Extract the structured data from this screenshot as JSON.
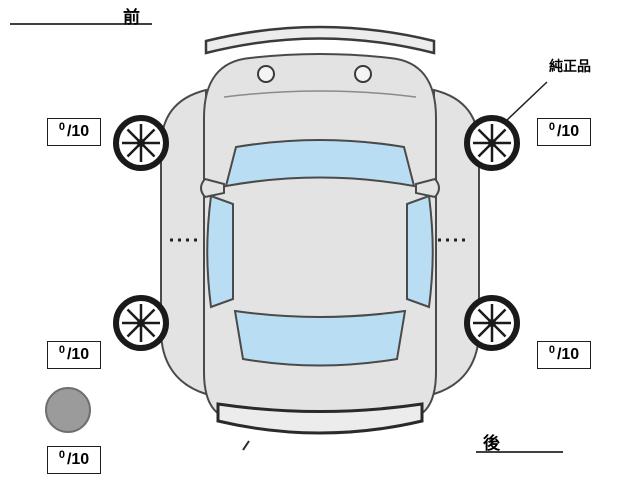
{
  "diagram": {
    "orientation_labels": {
      "front": "前",
      "rear": "後"
    },
    "genuine_part_label": "純正品",
    "scores": [
      {
        "position": "front-left",
        "value": "0",
        "max": "/10"
      },
      {
        "position": "front-right",
        "value": "0",
        "max": "/10"
      },
      {
        "position": "rear-left",
        "value": "0",
        "max": "/10"
      },
      {
        "position": "rear-right",
        "value": "0",
        "max": "/10"
      },
      {
        "position": "spare",
        "value": "0",
        "max": "/10"
      }
    ],
    "colors": {
      "background": "#ffffff",
      "body_gray": "#e3e3e3",
      "bumper_gray": "#ececec",
      "glass_blue": "#b9def3",
      "outline": "#4a4a4a",
      "spare_tire_gray": "#9b9b9b"
    }
  }
}
